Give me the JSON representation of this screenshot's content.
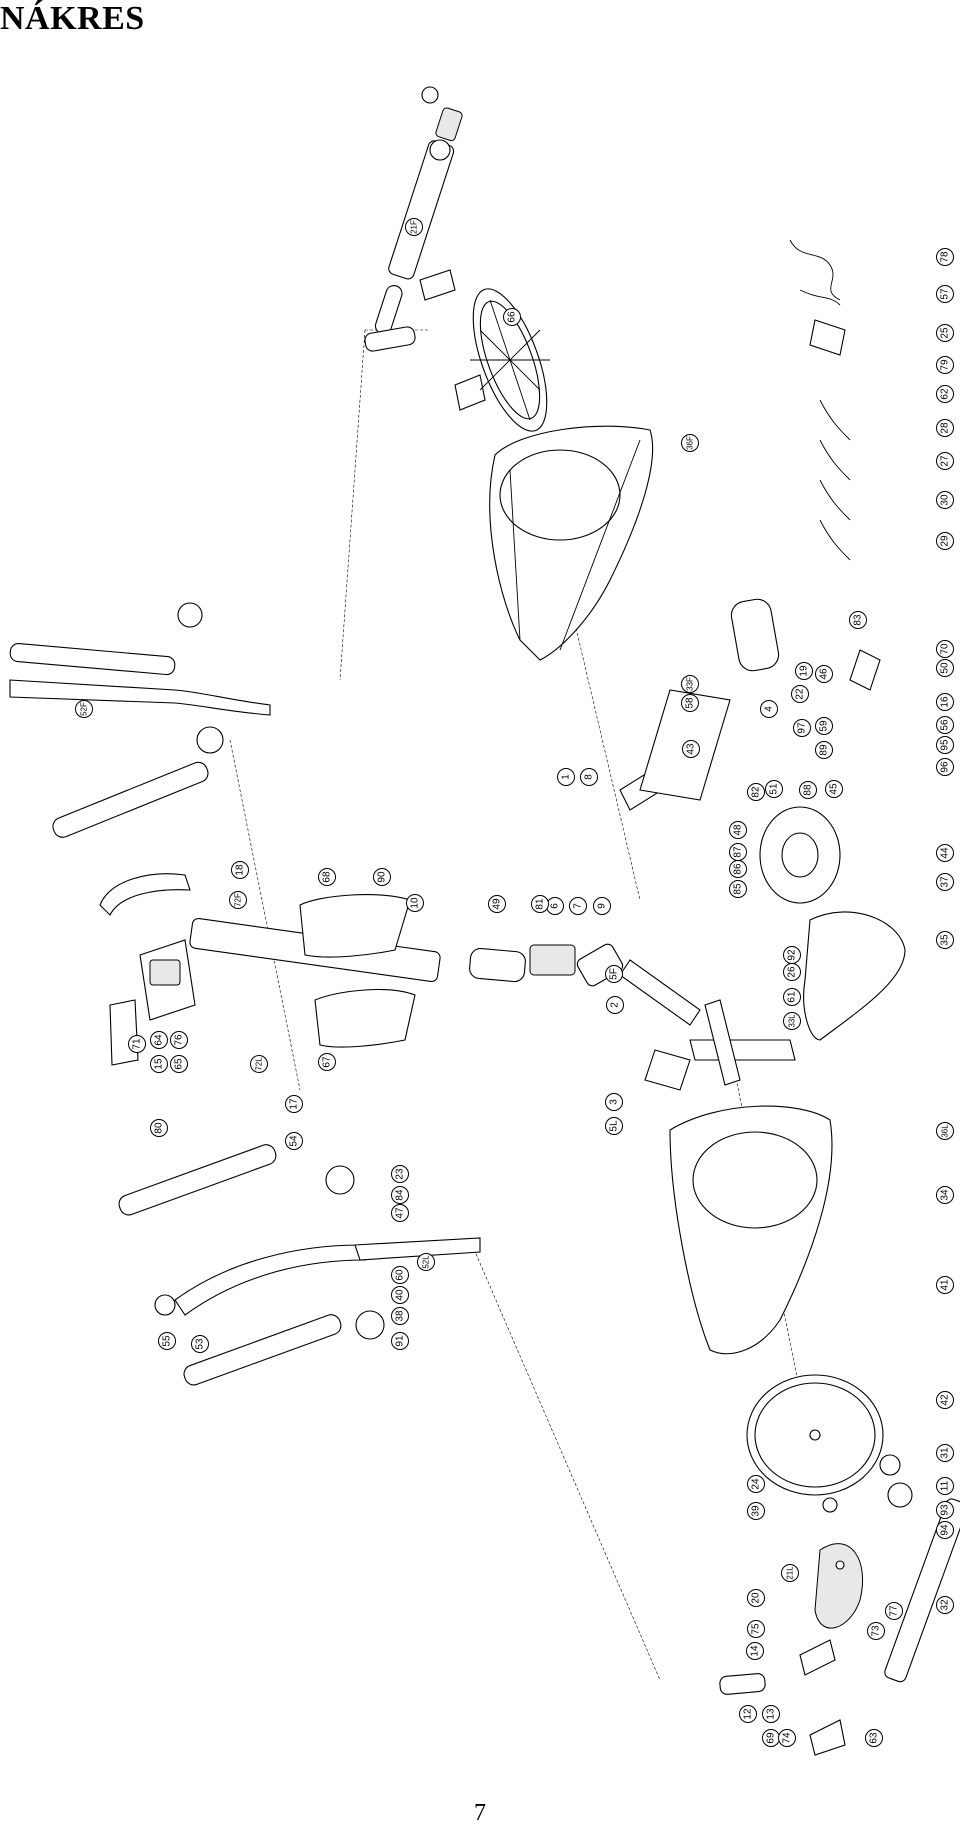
{
  "page": {
    "title": "NÁKRES",
    "page_number": "7"
  },
  "callouts": [
    "1",
    "2",
    "3",
    "4",
    "5F",
    "5L",
    "6",
    "7",
    "8",
    "9",
    "10",
    "11",
    "12",
    "13",
    "14",
    "15",
    "16",
    "17",
    "18",
    "19",
    "20",
    "21F",
    "21L",
    "22",
    "23",
    "24",
    "25",
    "26",
    "27",
    "28",
    "29",
    "30",
    "31",
    "32",
    "33F",
    "33L",
    "34",
    "35",
    "36F",
    "36L",
    "37",
    "38",
    "39",
    "40",
    "41",
    "42",
    "43",
    "44",
    "45",
    "46",
    "47",
    "48",
    "49",
    "50",
    "51",
    "52F",
    "52L",
    "53",
    "54",
    "55",
    "56",
    "57",
    "58",
    "59",
    "60",
    "61",
    "62",
    "63",
    "64",
    "65",
    "66",
    "67",
    "68",
    "69",
    "70",
    "71",
    "72F",
    "72L",
    "73",
    "74",
    "75",
    "76",
    "77",
    "78",
    "79",
    "80",
    "81",
    "82",
    "83",
    "84",
    "85",
    "86",
    "87",
    "88",
    "89",
    "90",
    "91",
    "92",
    "93",
    "94",
    "95",
    "96",
    "97"
  ]
}
